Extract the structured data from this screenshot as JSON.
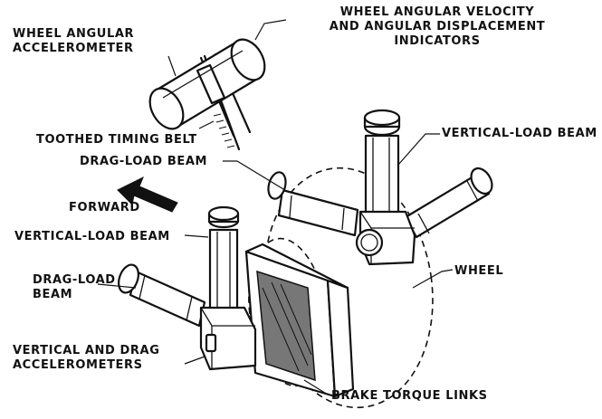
{
  "labels": {
    "wheel_angular_accelerometer_1": "WHEEL ANGULAR",
    "wheel_angular_accelerometer_2": "ACCELEROMETER",
    "velocity_indicators_1": "WHEEL ANGULAR VELOCITY",
    "velocity_indicators_2": "AND ANGULAR DISPLACEMENT",
    "velocity_indicators_3": "INDICATORS",
    "toothed_timing_belt": "TOOTHED TIMING BELT",
    "vertical_load_beam_right": "VERTICAL-LOAD BEAM",
    "drag_load_beam_top": "DRAG-LOAD BEAM",
    "forward": "FORWARD",
    "vertical_load_beam_left": "VERTICAL-LOAD BEAM",
    "wheel": "WHEEL",
    "drag_load_beam_left_1": "DRAG-LOAD",
    "drag_load_beam_left_2": "BEAM",
    "vertical_drag_accelerometers_1": "VERTICAL AND DRAG",
    "vertical_drag_accelerometers_2": "ACCELEROMETERS",
    "brake_torque_links": "BRAKE TORQUE LINKS"
  },
  "icons": {
    "forward_arrow": "forward-arrow-icon"
  }
}
